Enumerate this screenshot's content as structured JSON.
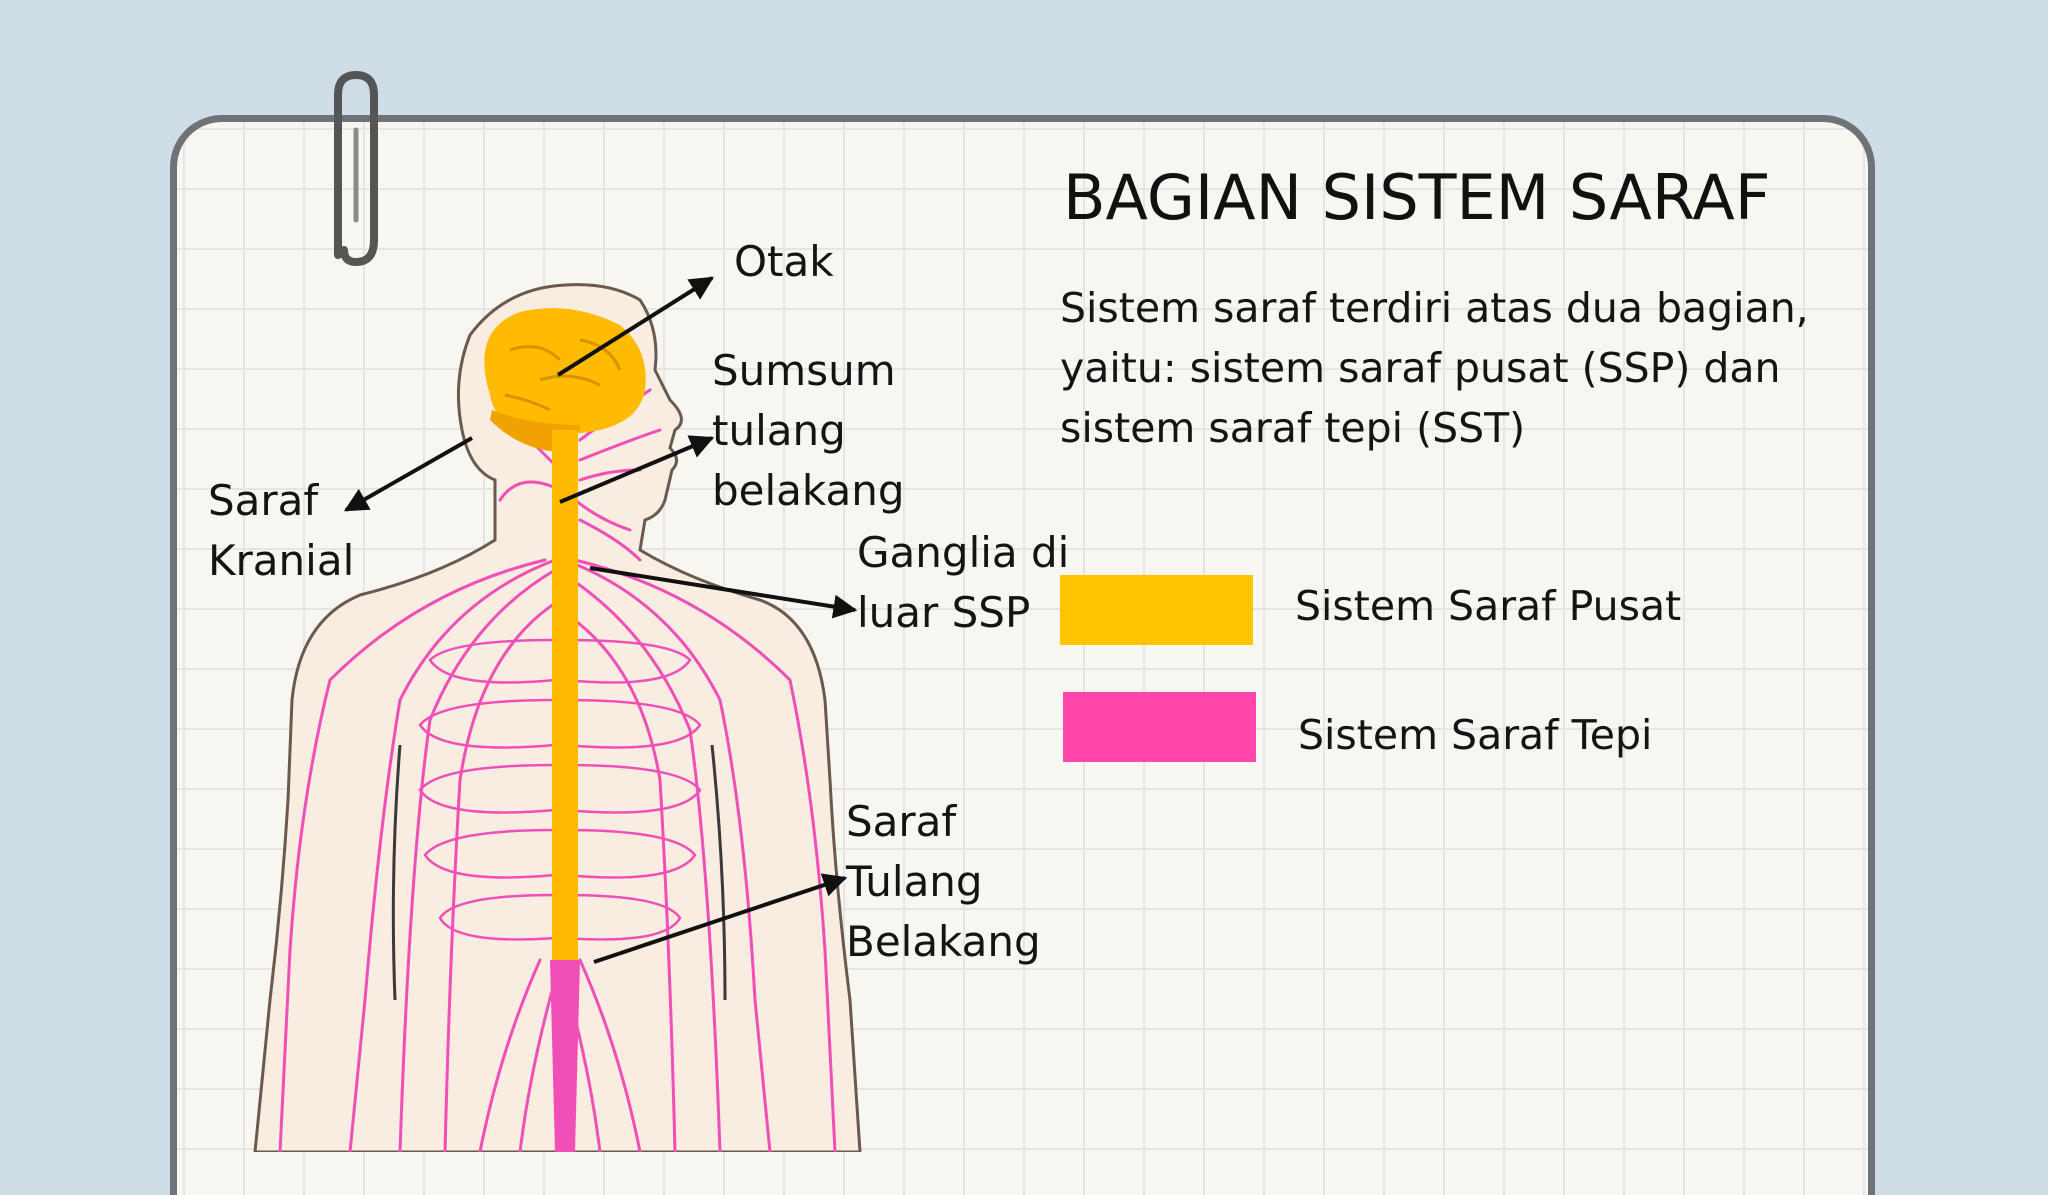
{
  "title": "BAGIAN SISTEM SARAF",
  "description": {
    "line1": "Sistem saraf terdiri atas dua bagian,",
    "line2": "yaitu: sistem saraf pusat (SSP) dan",
    "line3": "sistem saraf tepi (SST)"
  },
  "labels": {
    "otak": "Otak",
    "sumsum": [
      "Sumsum",
      "tulang",
      "belakang"
    ],
    "kranial": [
      "Saraf",
      "Kranial"
    ],
    "ganglia": [
      "Ganglia di",
      "luar SSP"
    ],
    "tulang": [
      "Saraf",
      "Tulang",
      "Belakang"
    ]
  },
  "legend": [
    {
      "label": "Sistem Saraf Pusat",
      "color": "#ffc400"
    },
    {
      "label": "Sistem Saraf Tepi",
      "color": "#ff44aa"
    }
  ],
  "colors": {
    "background": "#cfdde6",
    "skin": "#f9ece0",
    "nerve": "#f04fb7",
    "cns": "#ffbb00"
  }
}
